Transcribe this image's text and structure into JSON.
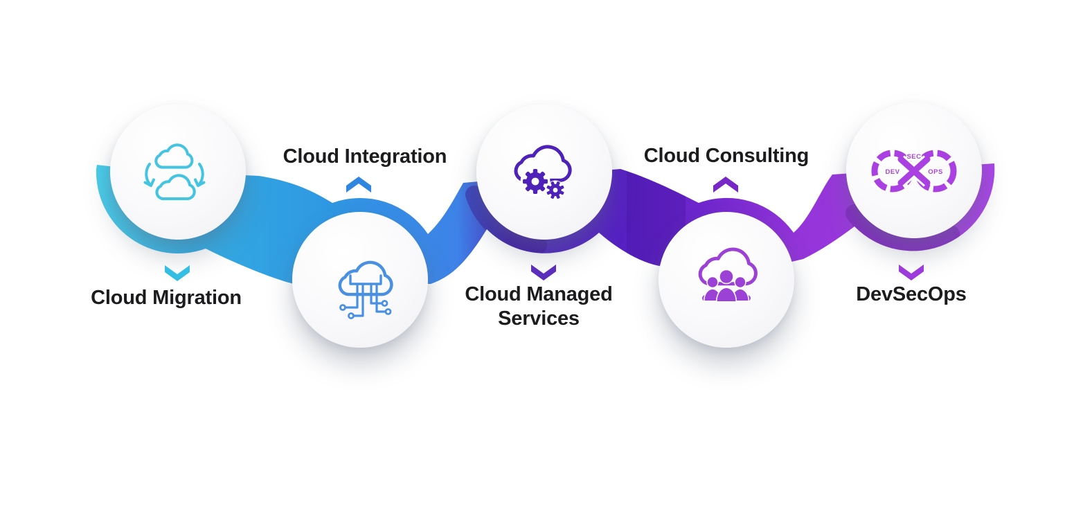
{
  "diagram": {
    "type": "cloud-services-ribbon-infographic",
    "background": "#ffffff",
    "text_color": "#1c1c1e",
    "ribbon_gradient": [
      "#49CCE9",
      "#33ADE2",
      "#2F97E2",
      "#3E82E8",
      "#4A2CBE",
      "#5520C2",
      "#7127CE",
      "#9434D9",
      "#9D3BDD",
      "#A946E6"
    ]
  },
  "services": [
    {
      "label": "Cloud Migration",
      "icon": "cloud-sync-migration-icon",
      "accent": "#34BEE4",
      "label_position": "below",
      "chevron": "down"
    },
    {
      "label": "Cloud Integration",
      "icon": "cloud-circuit-integration-icon",
      "accent": "#2E86E0",
      "label_position": "above",
      "chevron": "up"
    },
    {
      "label": "Cloud Managed Services",
      "icon": "cloud-gears-managed-icon",
      "accent": "#5B2EBC",
      "label_position": "below",
      "chevron": "down"
    },
    {
      "label": "Cloud Consulting",
      "icon": "cloud-team-consulting-icon",
      "accent": "#7627C6",
      "label_position": "above",
      "chevron": "up"
    },
    {
      "label": "DevSecOps",
      "icon": "devsecops-infinity-icon",
      "accent": "#9C3ADC",
      "label_position": "below",
      "chevron": "down",
      "icon_text": {
        "dev": "DEV",
        "sec": "SEC",
        "ops": "OPS"
      }
    }
  ]
}
